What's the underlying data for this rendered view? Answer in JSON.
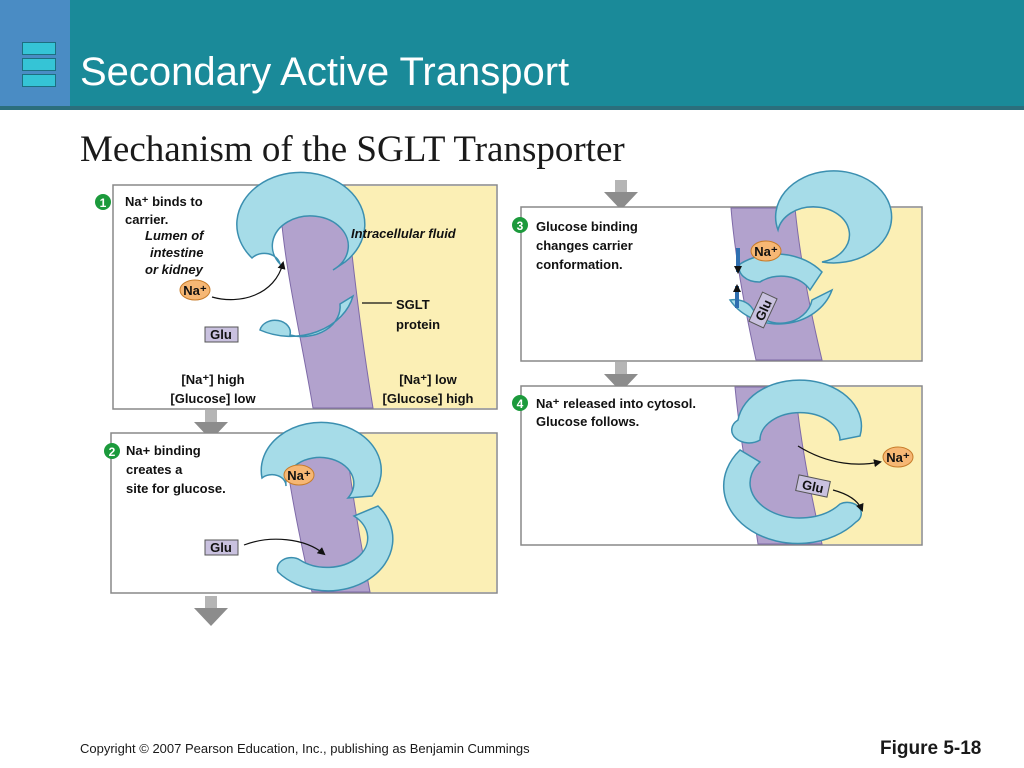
{
  "header": {
    "title": "Secondary Active Transport"
  },
  "subtitle": "Mechanism of the SGLT Transporter",
  "colors": {
    "header": "#1a8a99",
    "membrane": "#b2a2cd",
    "cytosol": "#fbefb5",
    "protein": "#a6dce8",
    "na": "#f6b774",
    "glu": "#c9c1df",
    "step_badge": "#1c9a3c"
  },
  "panels": {
    "p1": {
      "step": "1",
      "caption": [
        "Na⁺ binds to",
        "carrier."
      ],
      "lumen": [
        "Lumen of",
        "intestine",
        "or kidney"
      ],
      "icf": "Intracellular fluid",
      "sglt": [
        "SGLT",
        "protein"
      ],
      "na_label": "Na⁺",
      "glu_label": "Glu",
      "left_conc": [
        "[Na⁺] high",
        "[Glucose] low"
      ],
      "right_conc": [
        "[Na⁺] low",
        "[Glucose] high"
      ]
    },
    "p2": {
      "step": "2",
      "caption": [
        "Na+ binding",
        "creates a",
        "site for glucose."
      ],
      "na_label": "Na⁺",
      "glu_label": "Glu"
    },
    "p3": {
      "step": "3",
      "caption": [
        "Glucose binding",
        "changes carrier",
        "conformation."
      ],
      "na_label": "Na⁺",
      "glu_label": "Glu"
    },
    "p4": {
      "step": "4",
      "caption": [
        "Na⁺ released into cytosol.",
        "Glucose follows."
      ],
      "na_label": "Na⁺",
      "glu_label": "Glu"
    }
  },
  "footer": {
    "copyright": "Copyright © 2007 Pearson Education, Inc., publishing as Benjamin Cummings",
    "figure": "Figure 5-18"
  }
}
